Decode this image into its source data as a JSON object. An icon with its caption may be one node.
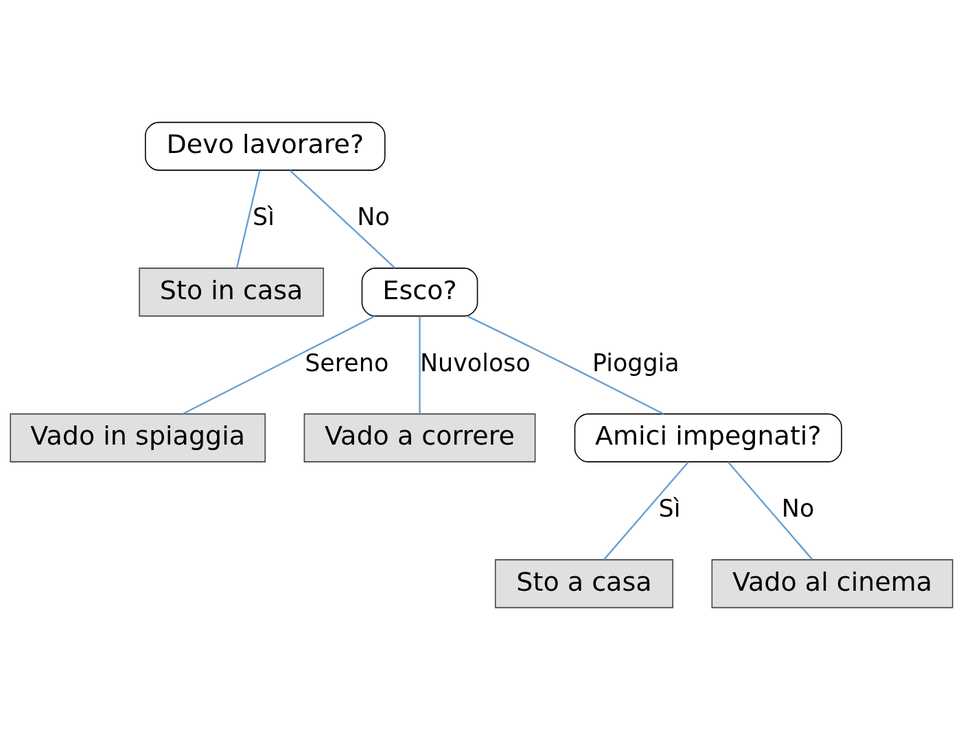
{
  "diagram": {
    "nodes": [
      {
        "text": [
          "Devo lavorare?"
        ]
      },
      {
        "text": [
          "Sto in casa"
        ]
      },
      {
        "text": [
          "Esco?"
        ]
      },
      {
        "text": [
          "Vado in spiaggia"
        ]
      },
      {
        "text": [
          "Vado a correre"
        ]
      },
      {
        "text": [
          "Amici impegnati?"
        ]
      },
      {
        "text": [
          "Sto a casa"
        ]
      },
      {
        "text": [
          "Vado al cinema"
        ]
      }
    ],
    "edges": [
      {
        "from": 0,
        "to": 1,
        "arrow": "none",
        "label": "Sì"
      },
      {
        "from": 0,
        "to": 2,
        "arrow": "none",
        "label": "No"
      },
      {
        "from": 2,
        "to": 3,
        "arrow": "none",
        "label": "Sereno"
      },
      {
        "from": 2,
        "to": 4,
        "arrow": "none",
        "label": "Nuvoloso"
      },
      {
        "from": 2,
        "to": 5,
        "arrow": "none",
        "label": "Pioggia"
      },
      {
        "from": 5,
        "to": 6,
        "arrow": "none",
        "label": "Sì"
      },
      {
        "from": 5,
        "to": 7,
        "arrow": "none",
        "label": "No"
      }
    ]
  }
}
